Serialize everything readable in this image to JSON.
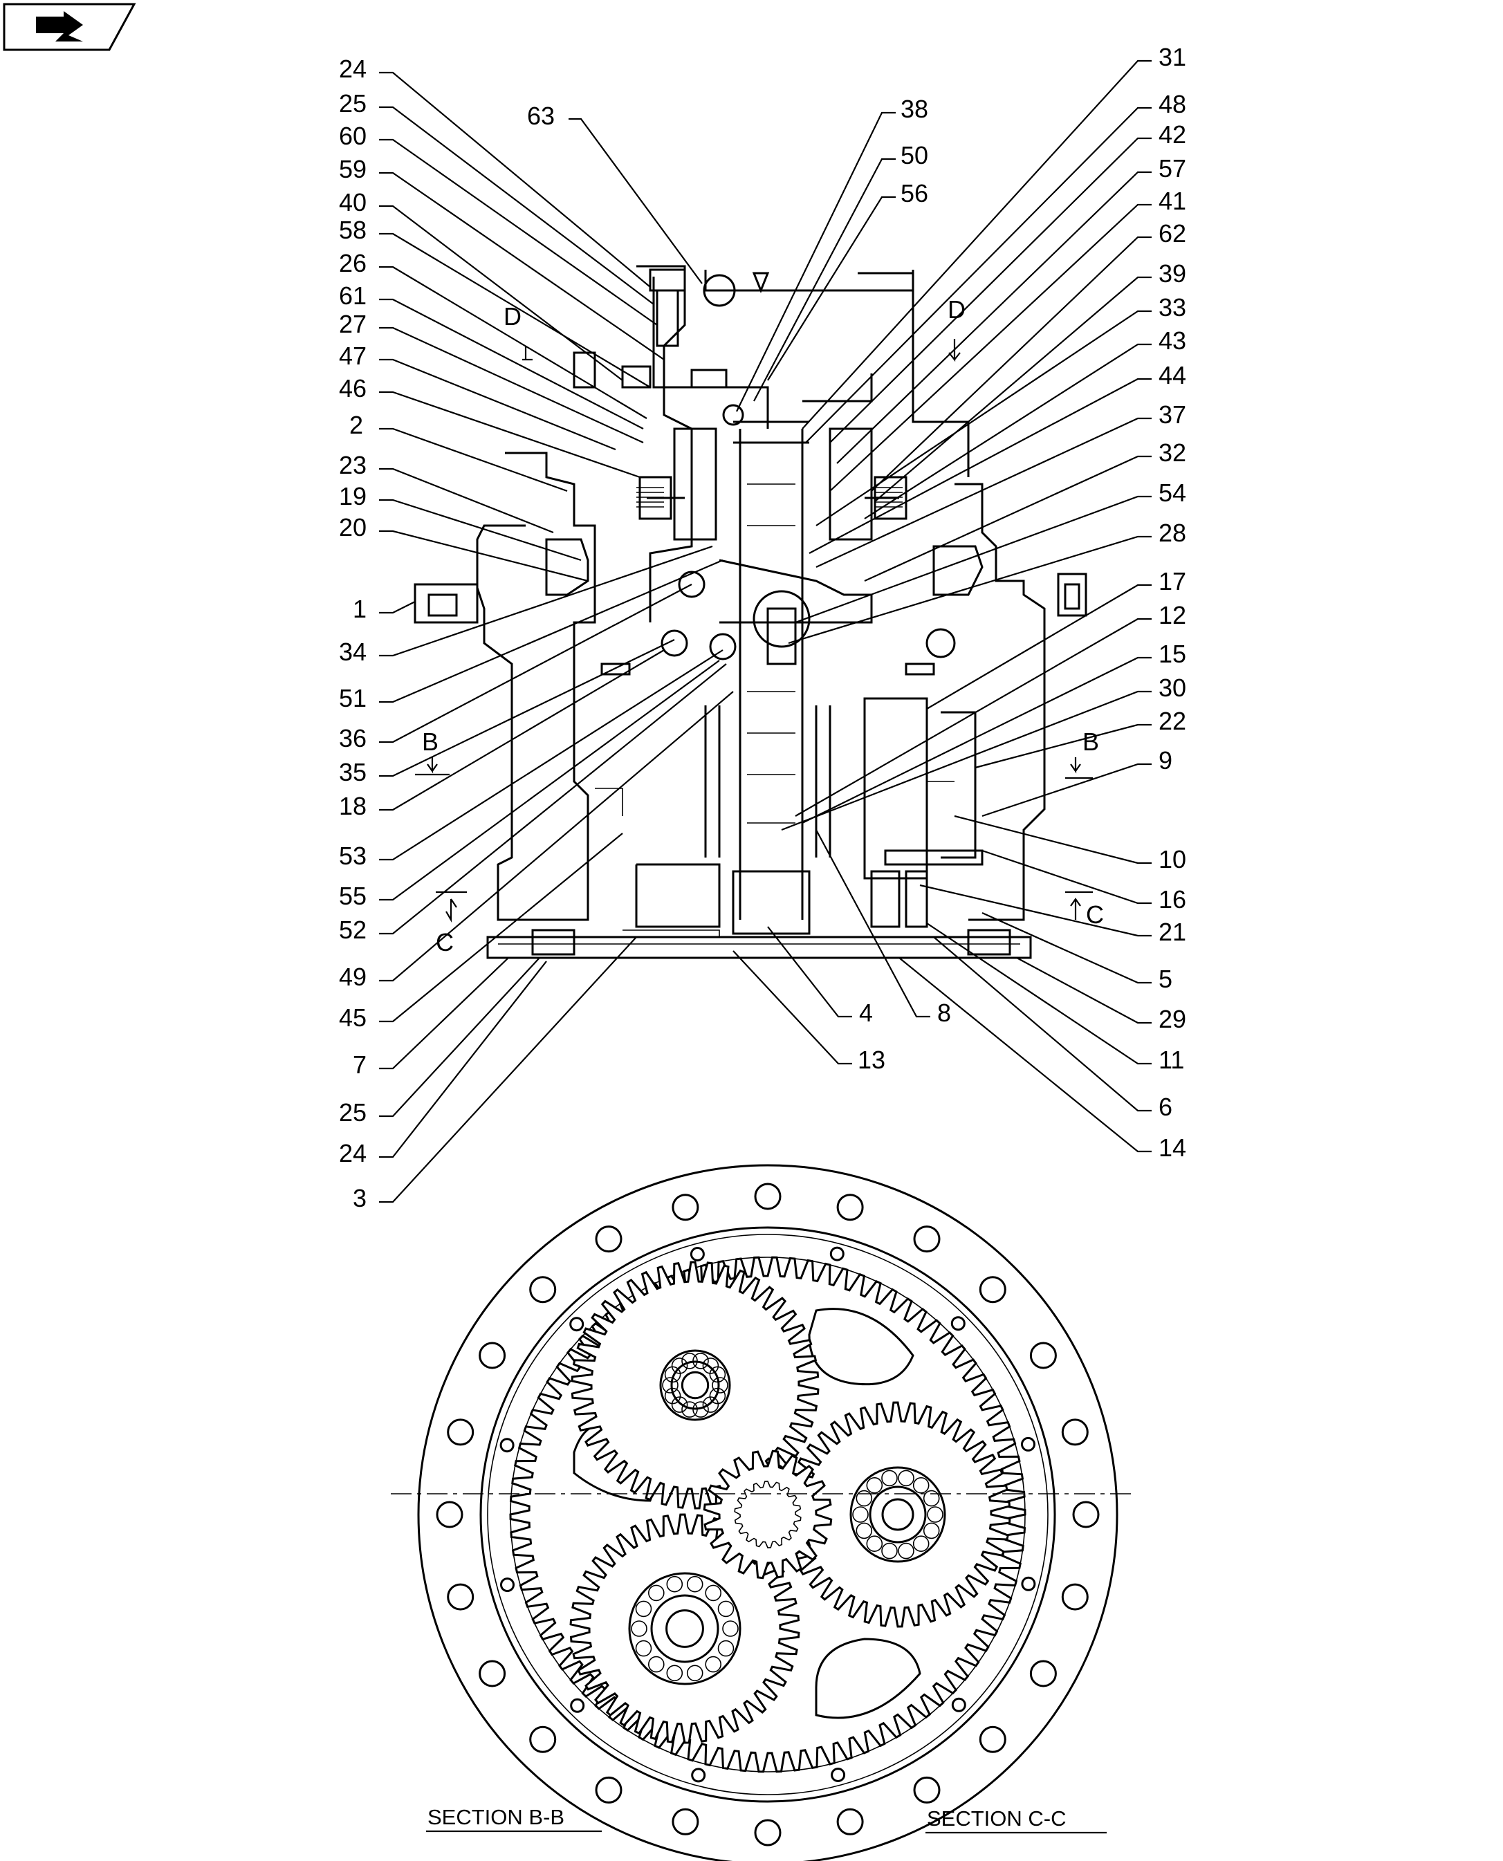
{
  "navigation": {
    "back_icon": "back-arrow-icon"
  },
  "callouts_left": [
    "24",
    "25",
    "60",
    "59",
    "40",
    "58",
    "26",
    "61",
    "27",
    "47",
    "46",
    "2",
    "23",
    "19",
    "20",
    "1",
    "34",
    "51",
    "36",
    "35",
    "18",
    "53",
    "55",
    "52",
    "49",
    "45",
    "7",
    "25",
    "24",
    "3"
  ],
  "callouts_top": [
    "63",
    "38",
    "50",
    "56"
  ],
  "callouts_right": [
    "31",
    "48",
    "42",
    "57",
    "41",
    "62",
    "39",
    "33",
    "43",
    "44",
    "37",
    "32",
    "54",
    "28",
    "17",
    "12",
    "15",
    "30",
    "22",
    "9",
    "10",
    "16",
    "21",
    "5",
    "29",
    "11",
    "6",
    "14"
  ],
  "callouts_bottom": [
    "4",
    "8",
    "13"
  ],
  "section_markers": [
    "D",
    "D",
    "B",
    "B",
    "C",
    "C"
  ],
  "captions": {
    "section_b": "SECTION  B-B",
    "section_c": "SECTION  C-C"
  }
}
